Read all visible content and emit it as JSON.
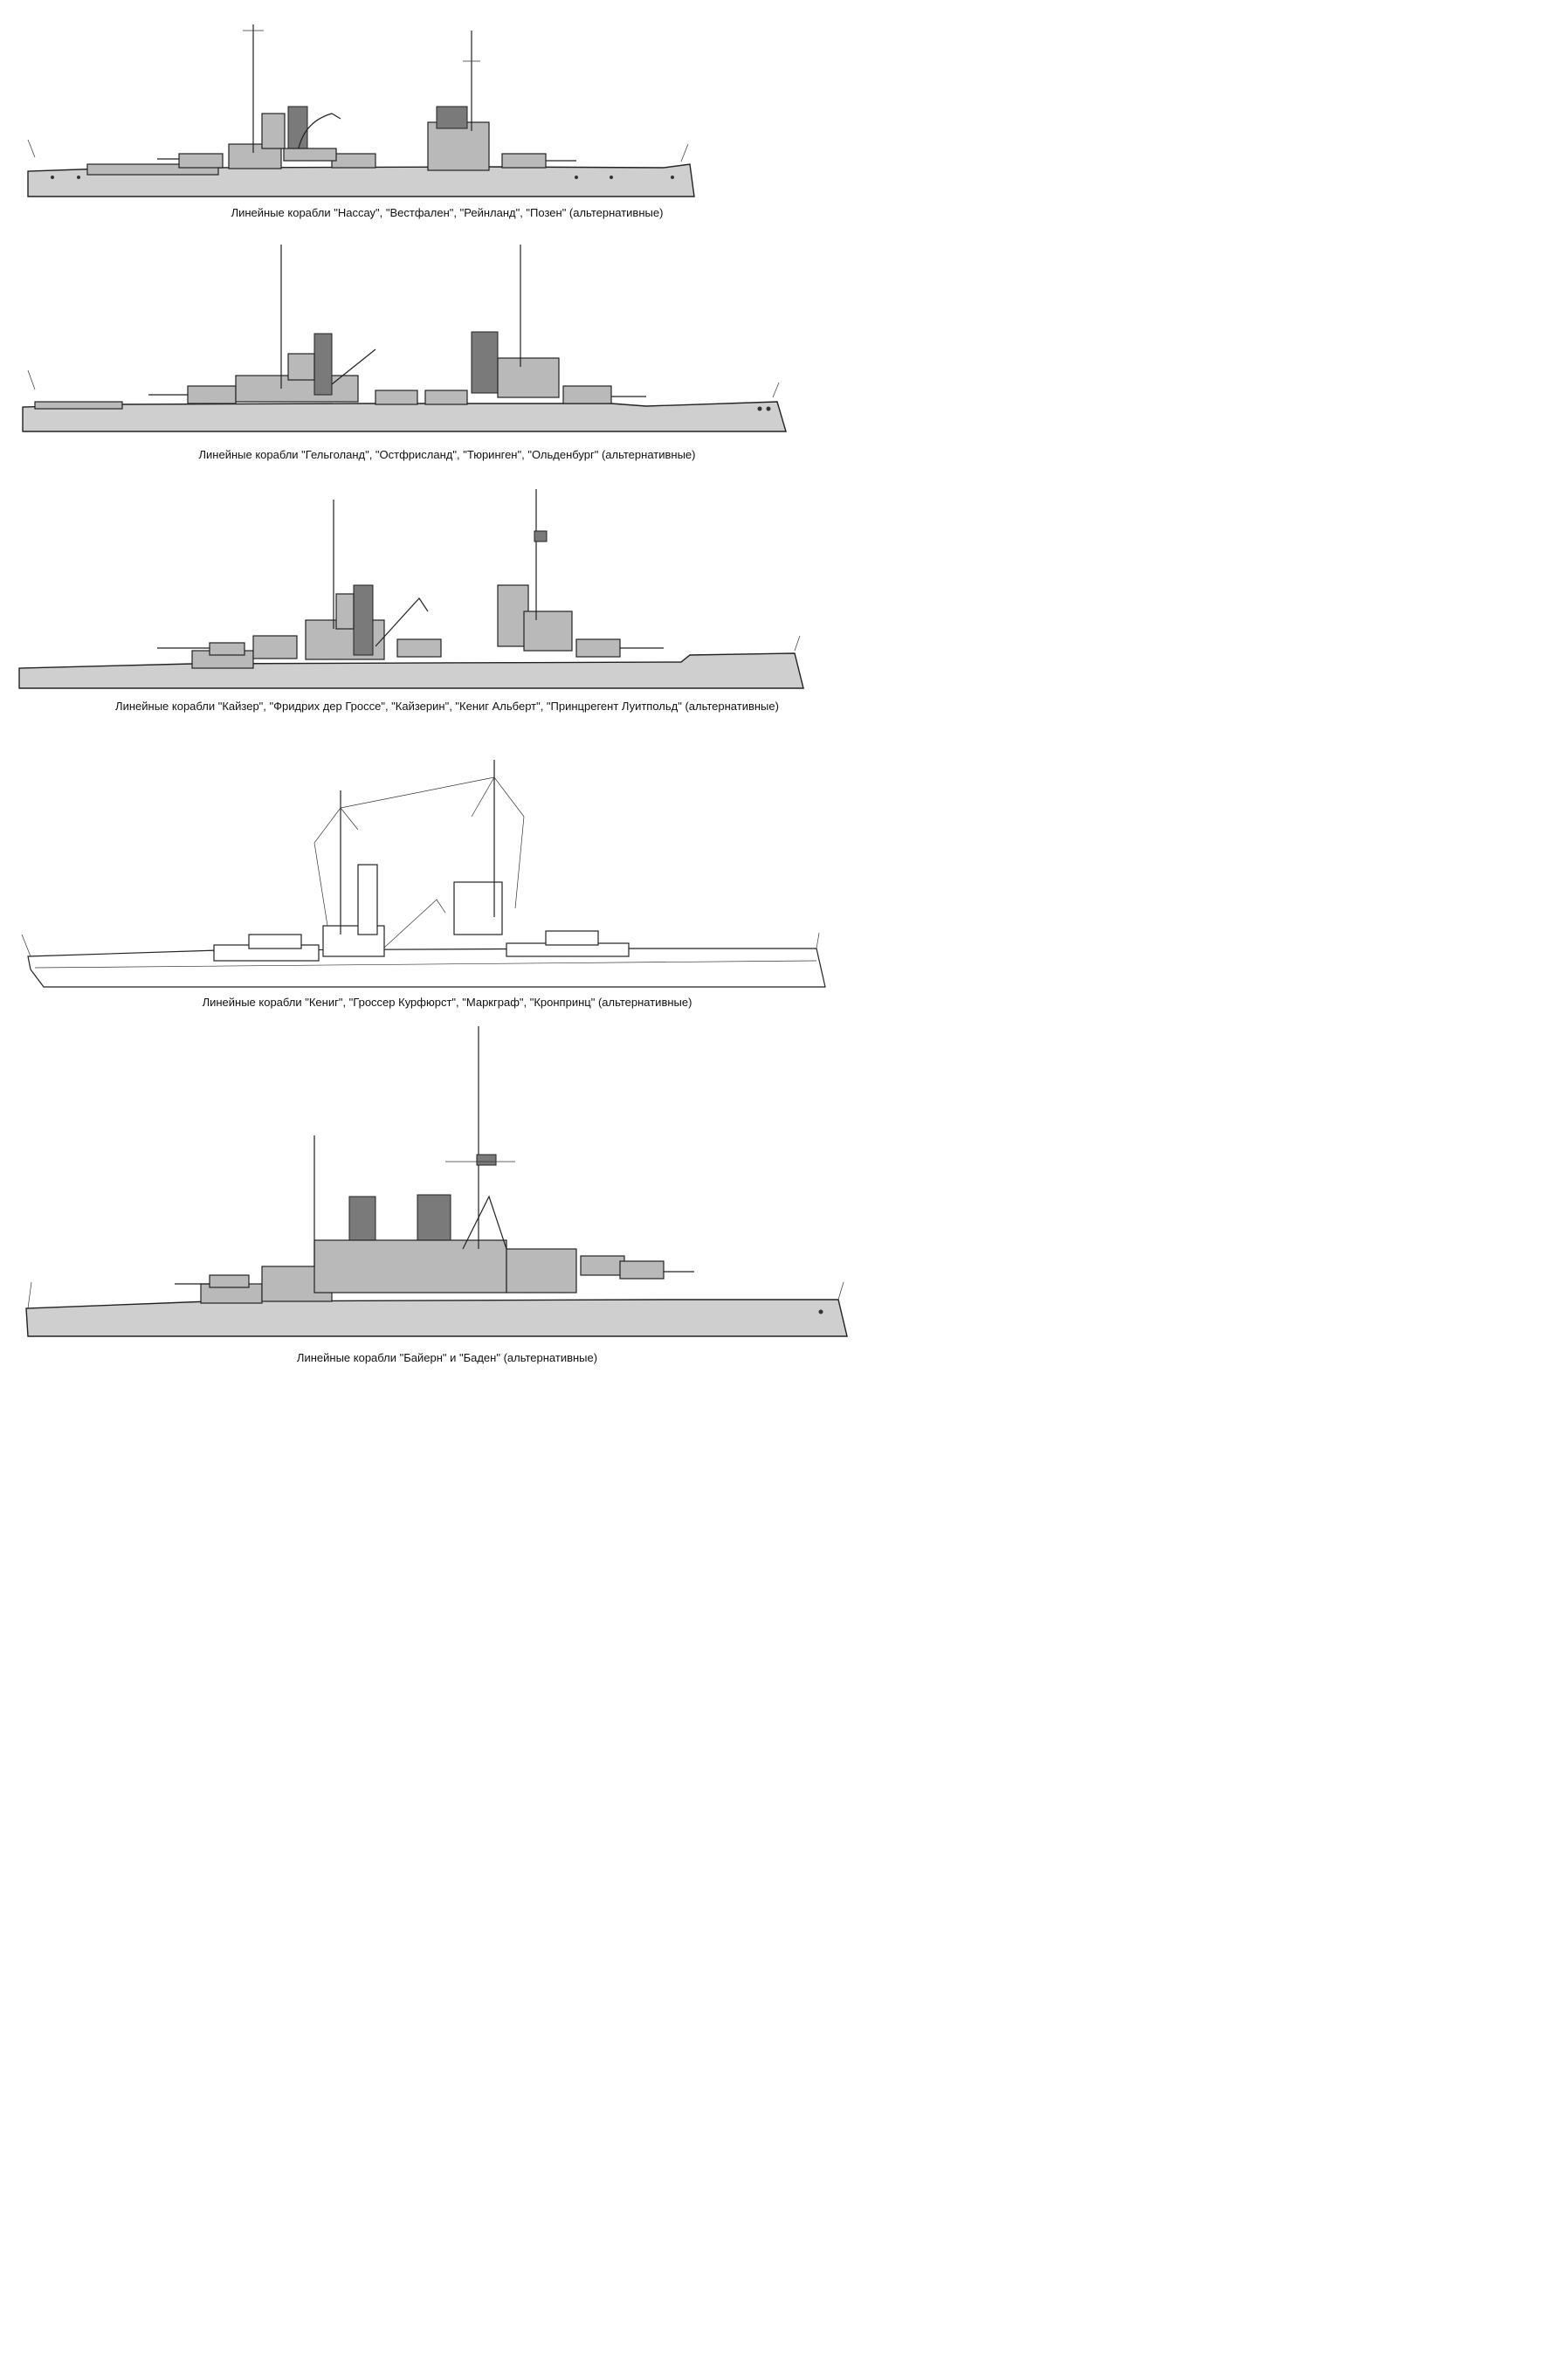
{
  "captions": [
    "Линейные корабли \"Нассау\", \"Вестфален\", \"Рейнланд\", \"Позен\" (альтернативные)",
    "Линейные корабли \"Гельголанд\", \"Остфрисланд\", \"Тюринген\", \"Ольденбург\" (альтернативные)",
    "Линейные корабли \"Кайзер\", \"Фридрих дер Гроссе\", \"Кайзерин\", \"Кениг Альберт\", \"Принцрегент Луитпольд\" (альтернативные)",
    "Линейные корабли \"Кениг\", \"Гроссер Курфюрст\", \"Маркграф\", \"Кронпринц\" (альтернативные)",
    "Линейные корабли \"Байерн\" и \"Баден\" (альтернативные)"
  ],
  "colors": {
    "background": "#ffffff",
    "hull_fill": "#cfcfcf",
    "outline": "#222222"
  },
  "icons": [
    "battleship-profile-drawing",
    "battleship-profile-drawing",
    "battleship-profile-drawing",
    "battleship-profile-drawing-white",
    "battleship-profile-drawing"
  ]
}
